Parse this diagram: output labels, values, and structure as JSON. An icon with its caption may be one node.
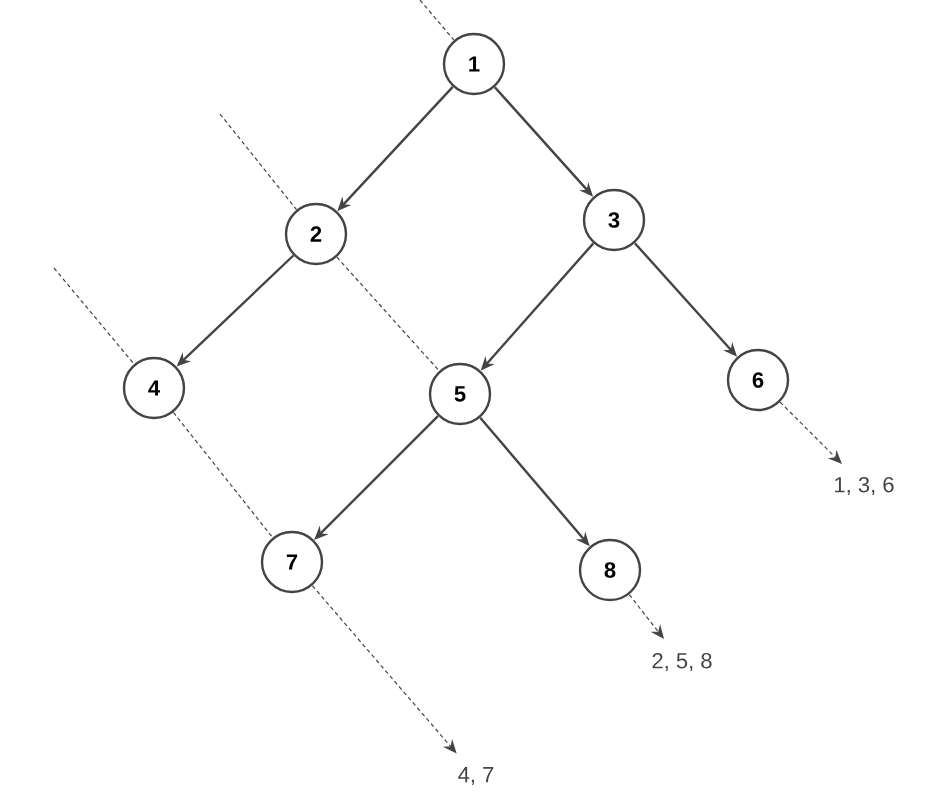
{
  "diagram": {
    "nodes": [
      {
        "text": [
          "1"
        ]
      },
      {
        "text": [
          "2"
        ]
      },
      {
        "text": [
          "3"
        ]
      },
      {
        "text": [
          "4"
        ]
      },
      {
        "text": [
          "5"
        ]
      },
      {
        "text": [
          "6"
        ]
      },
      {
        "text": [
          "7"
        ]
      },
      {
        "text": [
          "8"
        ]
      },
      {
        "text": [
          "1, 3, 6"
        ]
      },
      {
        "text": [
          "2, 5, 8"
        ]
      },
      {
        "text": [
          "4, 7"
        ]
      }
    ],
    "edges": [
      {
        "from": 0,
        "to": 1,
        "arrow": "to"
      },
      {
        "from": 0,
        "to": 2,
        "arrow": "to"
      },
      {
        "from": 1,
        "to": 3,
        "arrow": "to"
      },
      {
        "from": 2,
        "to": 4,
        "arrow": "to"
      },
      {
        "from": 2,
        "to": 5,
        "arrow": "to"
      },
      {
        "from": 4,
        "to": 6,
        "arrow": "to"
      },
      {
        "from": 4,
        "to": 7,
        "arrow": "to"
      },
      {
        "from": null,
        "to": 0,
        "arrow": "none",
        "style": "dashed"
      },
      {
        "from": 5,
        "to": 8,
        "arrow": "to",
        "style": "dashed"
      },
      {
        "from": null,
        "to": 1,
        "arrow": "none",
        "style": "dashed"
      },
      {
        "from": 1,
        "to": 4,
        "arrow": "none",
        "style": "dashed"
      },
      {
        "from": 7,
        "to": 9,
        "arrow": "to",
        "style": "dashed"
      },
      {
        "from": null,
        "to": 3,
        "arrow": "none",
        "style": "dashed"
      },
      {
        "from": 3,
        "to": 6,
        "arrow": "none",
        "style": "dashed"
      },
      {
        "from": 6,
        "to": 10,
        "arrow": "to",
        "style": "dashed"
      }
    ]
  }
}
